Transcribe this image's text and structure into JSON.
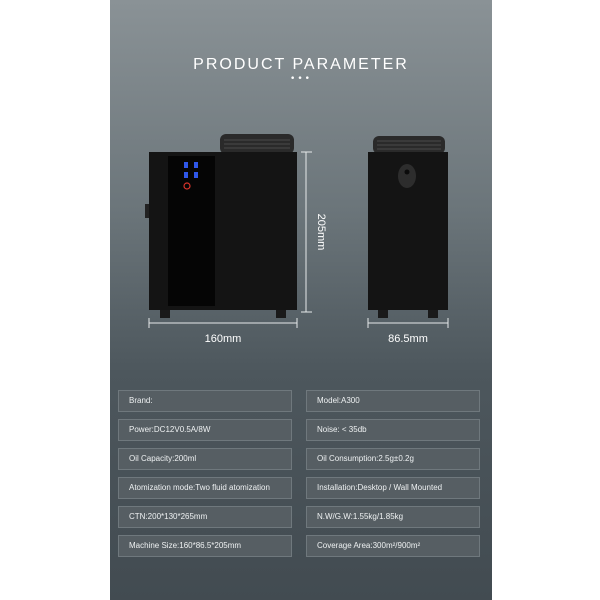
{
  "header": {
    "title": "PRODUCT PARAMETER",
    "dots": "•••"
  },
  "dimensions": {
    "height": "205mm",
    "width": "160mm",
    "depth": "86.5mm"
  },
  "parameters": [
    {
      "left": "Brand:",
      "right": "Model:A300"
    },
    {
      "left": "Power:DC12V0.5A/8W",
      "right": "Noise: < 35db"
    },
    {
      "left": "Oil Capacity:200ml",
      "right": "Oil Consumption:2.5g±0.2g"
    },
    {
      "left": "Atomization mode:Two fluid atomization",
      "right": "Installation:Desktop / Wall Mounted"
    },
    {
      "left": "CTN:200*130*265mm",
      "right": "N.W/G.W:1.55kg/1.85kg"
    },
    {
      "left": "Machine Size:160*86.5*205mm",
      "right": "Coverage Area:300m²/900m²"
    }
  ],
  "colors": {
    "device_body": "#111111",
    "indicator_blue": "#2f57e8",
    "indicator_red": "#d9342b"
  }
}
